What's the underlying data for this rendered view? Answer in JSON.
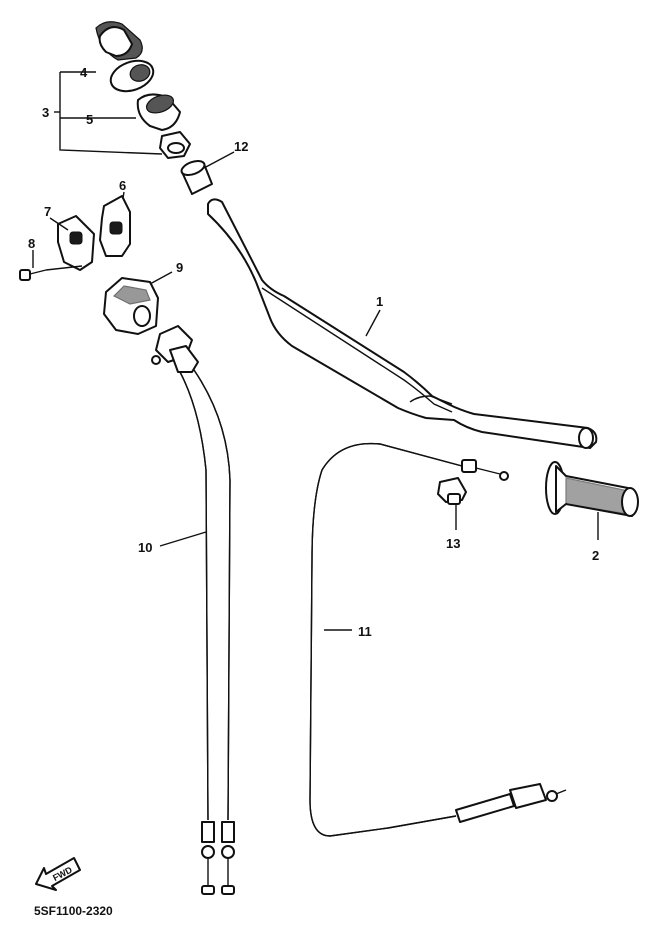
{
  "callouts": {
    "c1": "1",
    "c2": "2",
    "c3": "3",
    "c4": "4",
    "c5": "5",
    "c6": "6",
    "c7": "7",
    "c8": "8",
    "c9": "9",
    "c10": "10",
    "c11": "11",
    "c12": "12",
    "c13": "13"
  },
  "fwd_label": "FWD",
  "diagram_code": "5SF1100-2320"
}
